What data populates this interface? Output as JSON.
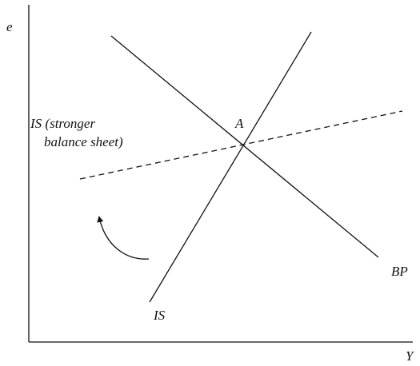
{
  "axes": {
    "y_label": "e",
    "x_label": "Y"
  },
  "curves": {
    "bp": {
      "label": "BP",
      "style": "solid"
    },
    "is": {
      "label": "IS",
      "style": "solid"
    },
    "is_new": {
      "label_line1": "IS (stronger",
      "label_line2": "balance sheet)",
      "style": "dashed"
    }
  },
  "points": {
    "equilibrium": {
      "label": "A"
    }
  },
  "annotations": {
    "shift_arrow": {
      "meaning": "IS curve rotates to the stronger balance sheet position"
    }
  },
  "colors": {
    "ink": "#111111",
    "background": "#ffffff"
  }
}
